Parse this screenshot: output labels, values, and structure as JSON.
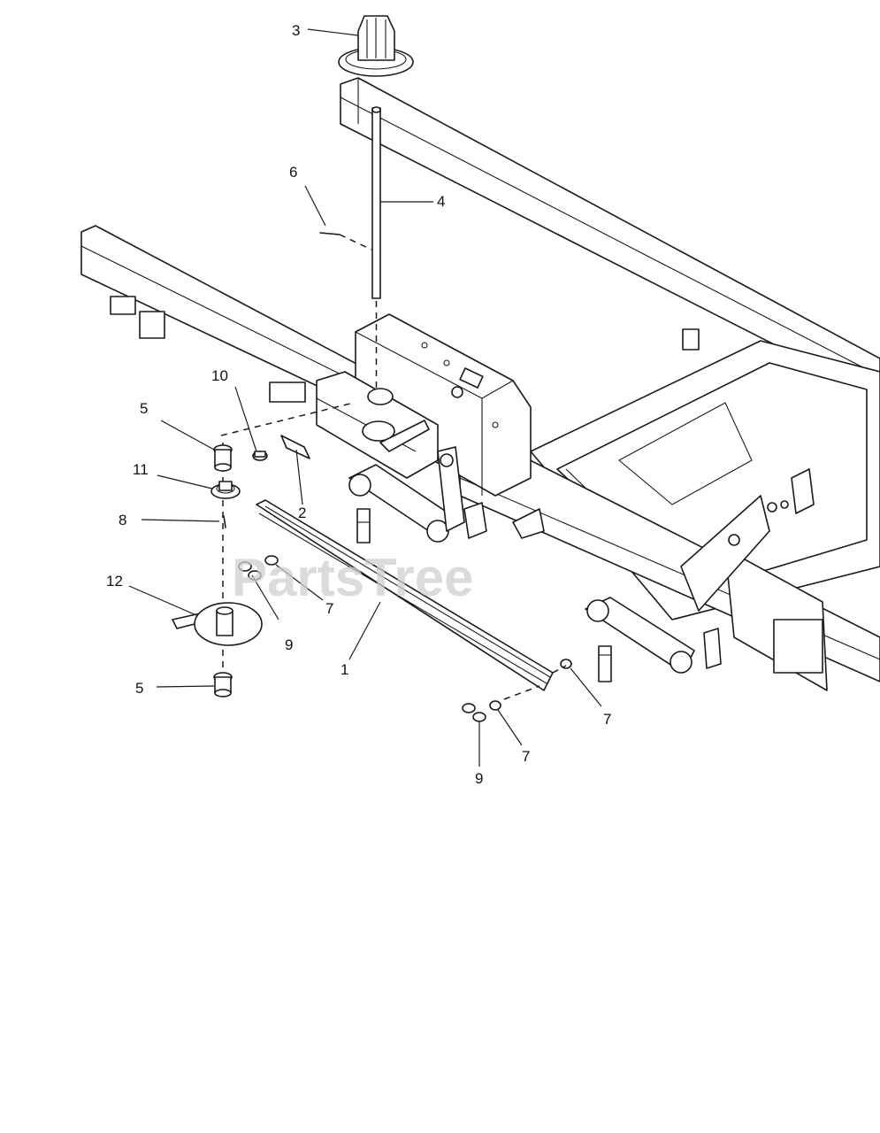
{
  "watermark": "PartsTree",
  "callouts": {
    "c1": "1",
    "c2": "2",
    "c3": "3",
    "c4": "4",
    "c5a": "5",
    "c5b": "5",
    "c6": "6",
    "c7a": "7",
    "c7b": "7",
    "c7c": "7",
    "c8": "8",
    "c9a": "9",
    "c9b": "9",
    "c10": "10",
    "c11": "11",
    "c12": "12"
  }
}
